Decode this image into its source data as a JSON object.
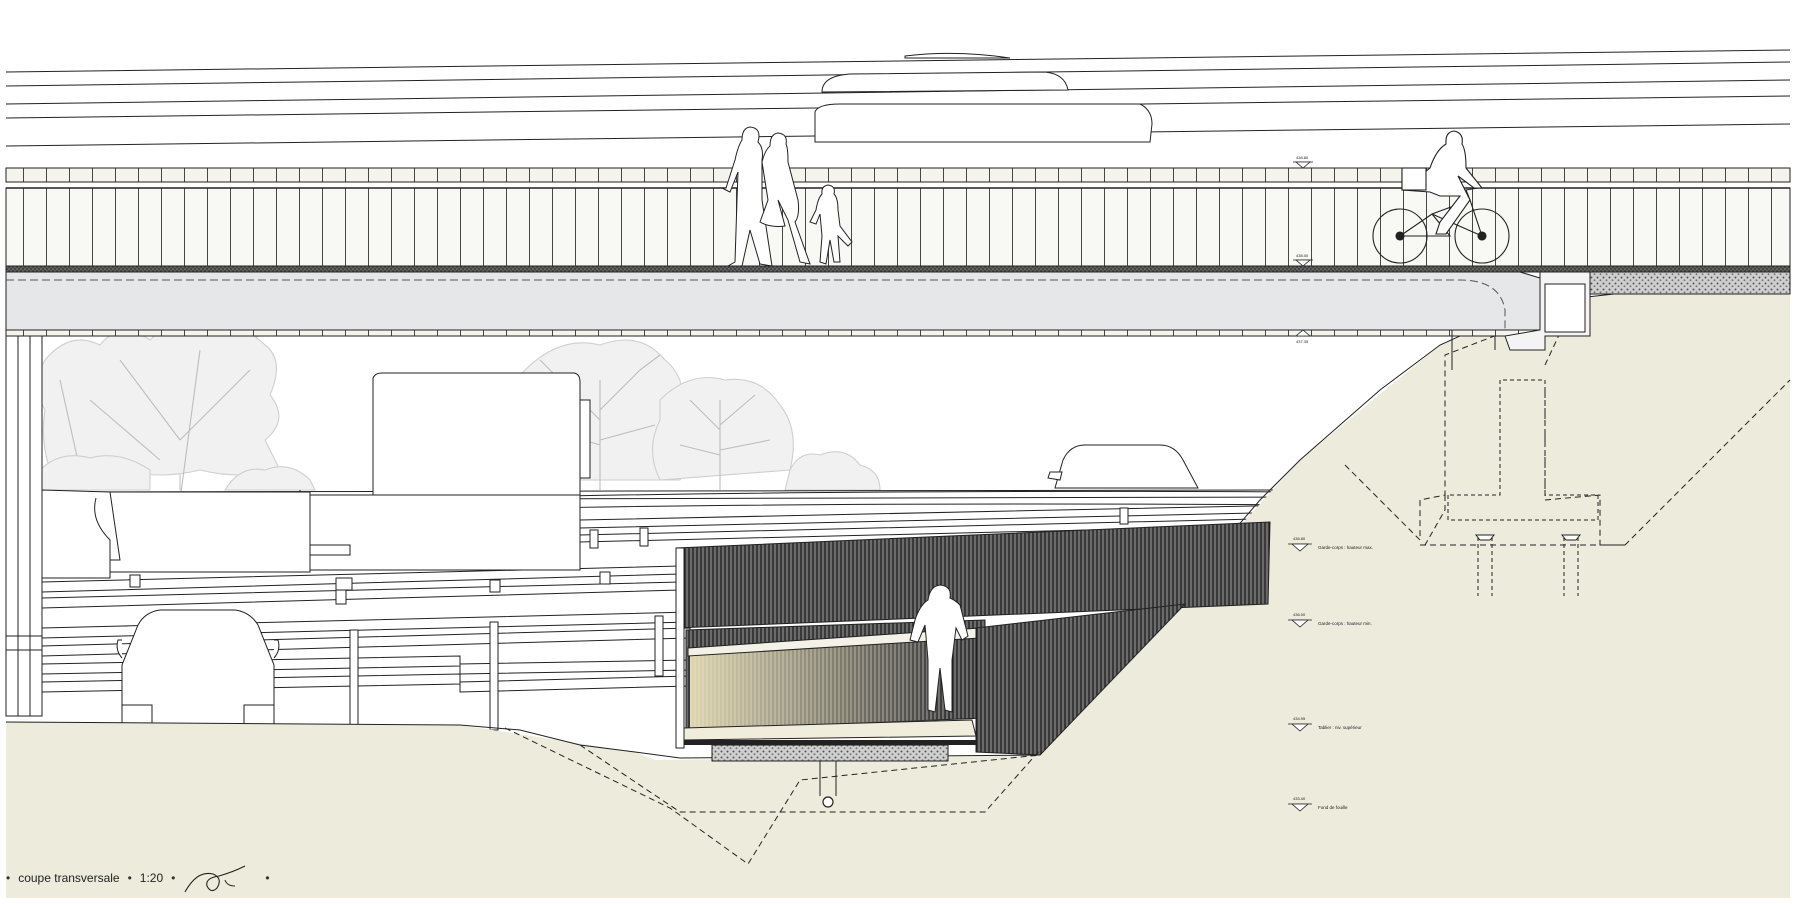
{
  "caption": {
    "title": "coupe transversale",
    "scale": "1:20"
  },
  "levels": [
    {
      "id": "railing-top",
      "value": "438.80",
      "note": ""
    },
    {
      "id": "deck-surface",
      "value": "438.00",
      "note": ""
    },
    {
      "id": "deck-soffit",
      "value": "437.35",
      "note": ""
    },
    {
      "id": "guard-high",
      "value": "436.80",
      "note": "Garde-corps : hauteur max."
    },
    {
      "id": "guard-low",
      "value": "436.00",
      "note": "Garde-corps : hauteur min."
    },
    {
      "id": "tablier-top",
      "value": "434.95",
      "note": "Tablier : niv. supérieur"
    },
    {
      "id": "foundation",
      "value": "433.40",
      "note": "Fond de fouille"
    }
  ],
  "colors": {
    "ground": "#ece9dc",
    "line": "#222222",
    "tree": "#c8c8c8",
    "deck": "#e9eaec",
    "cladding": "#3a3a3a",
    "glow": "#e7dfb8"
  },
  "icons": [
    "level-marker-icon",
    "signature-icon",
    "pedestrian-icon",
    "cyclist-icon",
    "car-icon",
    "truck-icon",
    "tree-icon"
  ]
}
